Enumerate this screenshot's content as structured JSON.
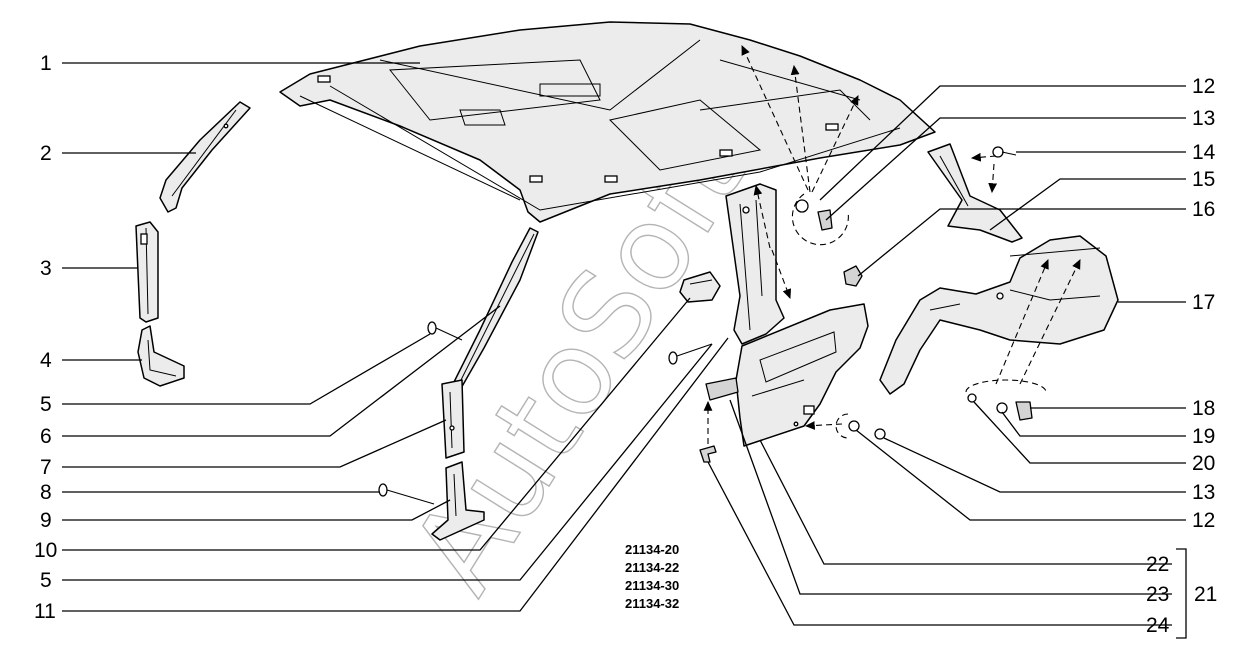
{
  "watermark": "AutoSoft",
  "codes": [
    "21134-20",
    "21134-22",
    "21134-30",
    "21134-32"
  ],
  "labels": {
    "l1": "1",
    "l2": "2",
    "l3": "3",
    "l4": "4",
    "l5a": "5",
    "l6": "6",
    "l7": "7",
    "l8": "8",
    "l9": "9",
    "l10": "10",
    "l5b": "5",
    "l11": "11",
    "r12a": "12",
    "r13a": "13",
    "r14": "14",
    "r15": "15",
    "r16": "16",
    "r17": "17",
    "r18": "18",
    "r19": "19",
    "r20": "20",
    "r13b": "13",
    "r12b": "12",
    "r22": "22",
    "r23": "23",
    "r24": "24",
    "r21": "21"
  }
}
